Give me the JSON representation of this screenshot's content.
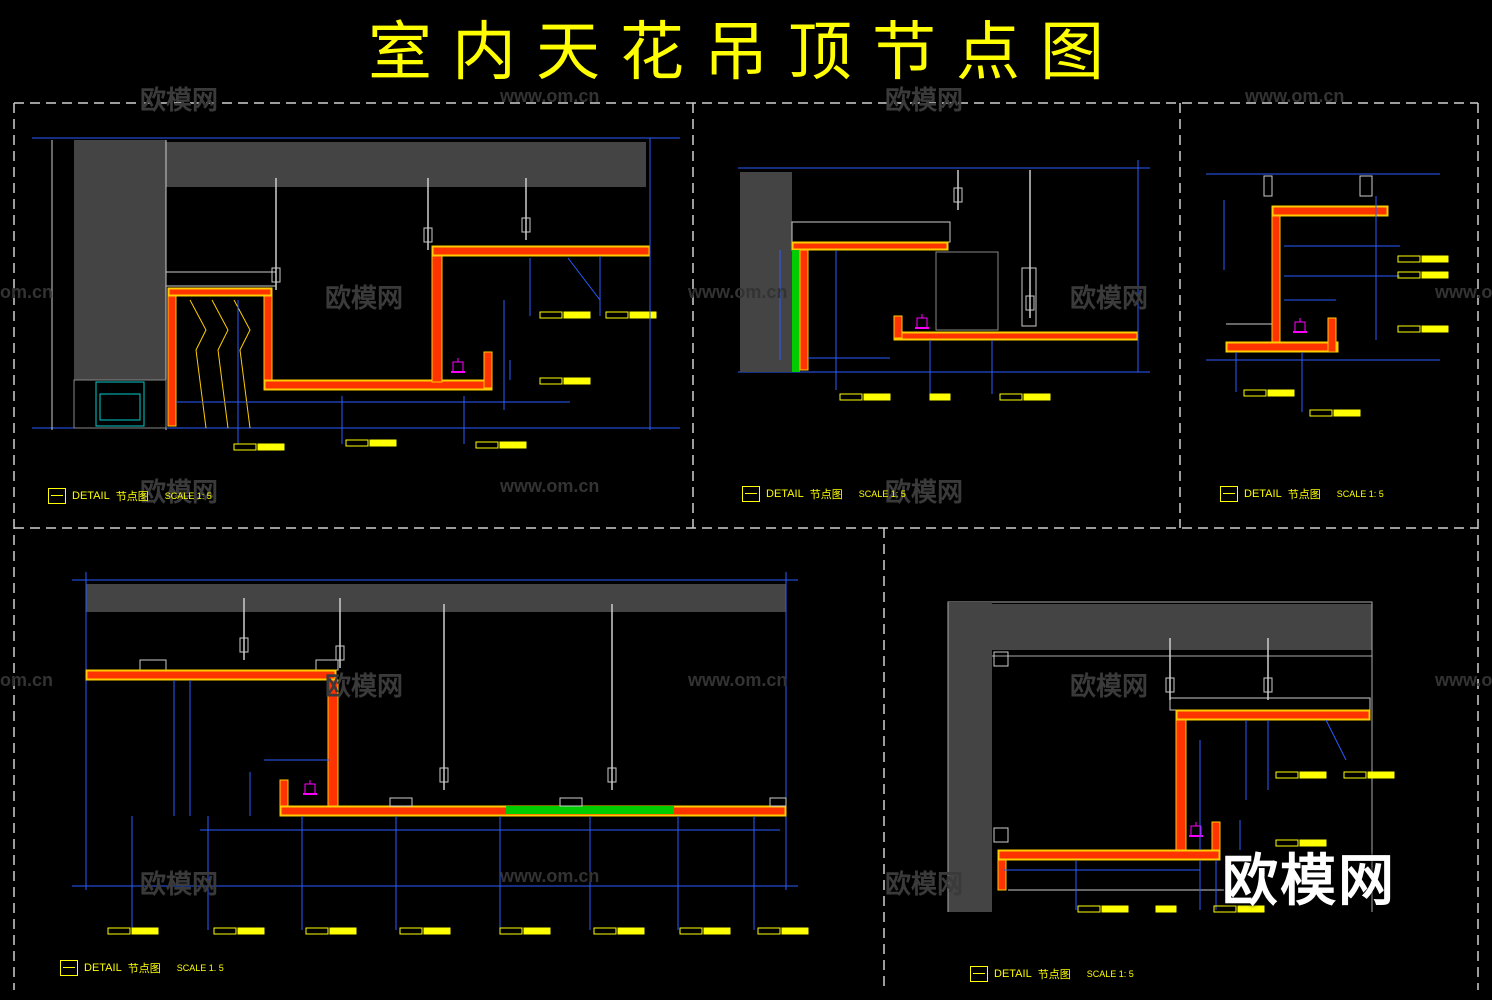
{
  "title": "室内天花吊顶节点图",
  "watermarks": {
    "cn": "欧模网",
    "url": "www.om.cn",
    "url_partial": "om.cn",
    "corner_logo": "欧模网"
  },
  "details": [
    {
      "label": "DETAIL",
      "name": "节点图",
      "scale": "SCALE 1: 5"
    },
    {
      "label": "DETAIL",
      "name": "节点图",
      "scale": "SCALE 1: 5"
    },
    {
      "label": "DETAIL",
      "name": "节点图",
      "scale": "SCALE 1: 5"
    },
    {
      "label": "DETAIL",
      "name": "节点图",
      "scale": "SCALE 1. 5"
    },
    {
      "label": "DETAIL",
      "name": "节点图",
      "scale": "SCALE 1: 5"
    }
  ],
  "colors": {
    "background": "#000000",
    "title": "#ffff00",
    "dimension": "#2a5cff",
    "gypsum": "#ff3300",
    "hatch": "#ffcc00",
    "concrete": "#444444",
    "frame": "#ffffff",
    "fixture": "#ff00ff",
    "tag": "#ffff00",
    "wall_green": "#00cc00",
    "cabinet": "#00cccc"
  }
}
